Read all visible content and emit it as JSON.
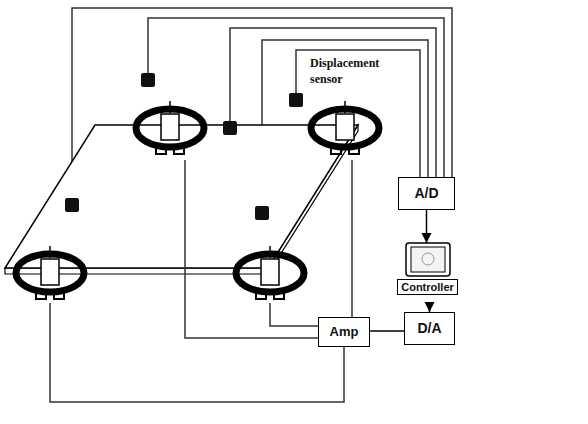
{
  "diagram": {
    "nodes": [
      {
        "text": [
          "A/D"
        ]
      },
      {
        "text": [
          "Controller"
        ]
      },
      {
        "text": [
          "D/A"
        ]
      },
      {
        "text": [
          "Amp"
        ]
      }
    ],
    "edges": [
      {
        "from": 0,
        "to": 1,
        "arrow": "to"
      },
      {
        "from": 1,
        "to": 2,
        "arrow": "to"
      },
      {
        "from": 2,
        "to": 3,
        "arrow": "none"
      }
    ],
    "labels": [
      "Displacement sensor"
    ]
  }
}
